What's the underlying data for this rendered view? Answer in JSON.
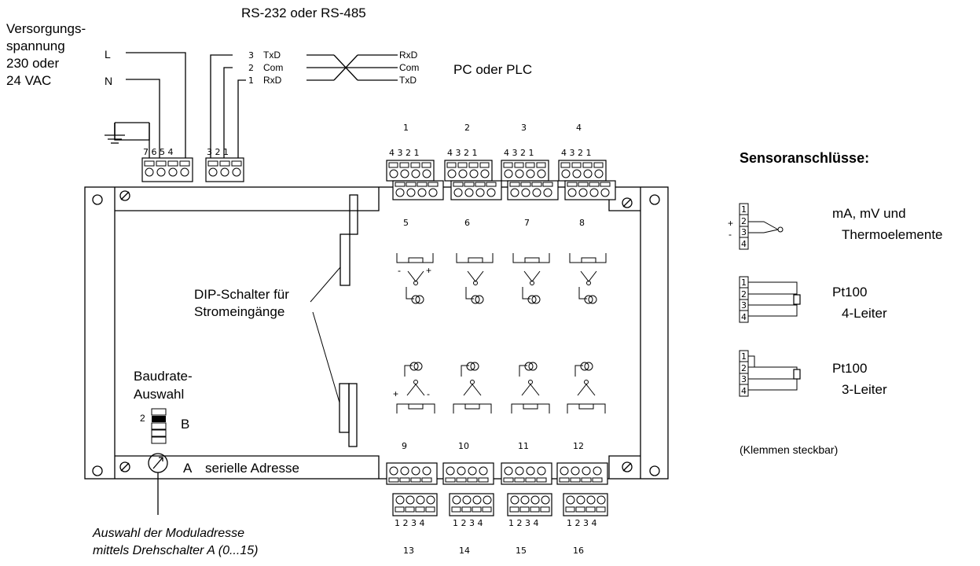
{
  "labels": {
    "rs_header": "RS-232 oder  RS-485",
    "supply_1": "Versorgungs-",
    "supply_2": "spannung",
    "supply_3": "230 oder",
    "supply_4": "24 VAC",
    "L": "L",
    "N": "N",
    "pc": "PC oder PLC",
    "dip_1": "DIP-Schalter für",
    "dip_2": "Stromeingänge",
    "baud_1": "Baudrate-",
    "baud_2": "Auswahl",
    "baud_num": "2",
    "baud_B": "B",
    "addr_A": "A",
    "addr_text": "serielle Adresse",
    "caption_1": "Auswahl der Moduladresse",
    "caption_2": "mittels Drehschalter A (0...15)",
    "sensor_title": "Sensoranschlüsse:",
    "sensor1_1": "mA, mV und",
    "sensor1_2": "Thermoelemente",
    "sensor2_1": "Pt100",
    "sensor2_2": "4-Leiter",
    "sensor3_1": "Pt100",
    "sensor3_2": "3-Leiter",
    "klemmen": "(Klemmen steckbar)",
    "plus": "+",
    "minus": "-"
  },
  "serial_left": [
    {
      "num": "3",
      "name": "TxD"
    },
    {
      "num": "2",
      "name": "Com"
    },
    {
      "num": "1",
      "name": "RxD"
    }
  ],
  "serial_right": [
    "RxD",
    "Com",
    "TxD"
  ],
  "power_terminal_pins": "7 6 5 4",
  "serial_terminal_pins": "3 2 1",
  "top_group_nums": [
    "1",
    "2",
    "3",
    "4"
  ],
  "top_group_pins": "4 3 2 1",
  "channels_top": [
    "5",
    "6",
    "7",
    "8"
  ],
  "channels_bottom": [
    "9",
    "10",
    "11",
    "12"
  ],
  "bottom_group_pins": "1 2 3 4",
  "bottom_group_nums": [
    "13",
    "14",
    "15",
    "16"
  ],
  "sensor_pins": [
    "1",
    "2",
    "3",
    "4"
  ]
}
